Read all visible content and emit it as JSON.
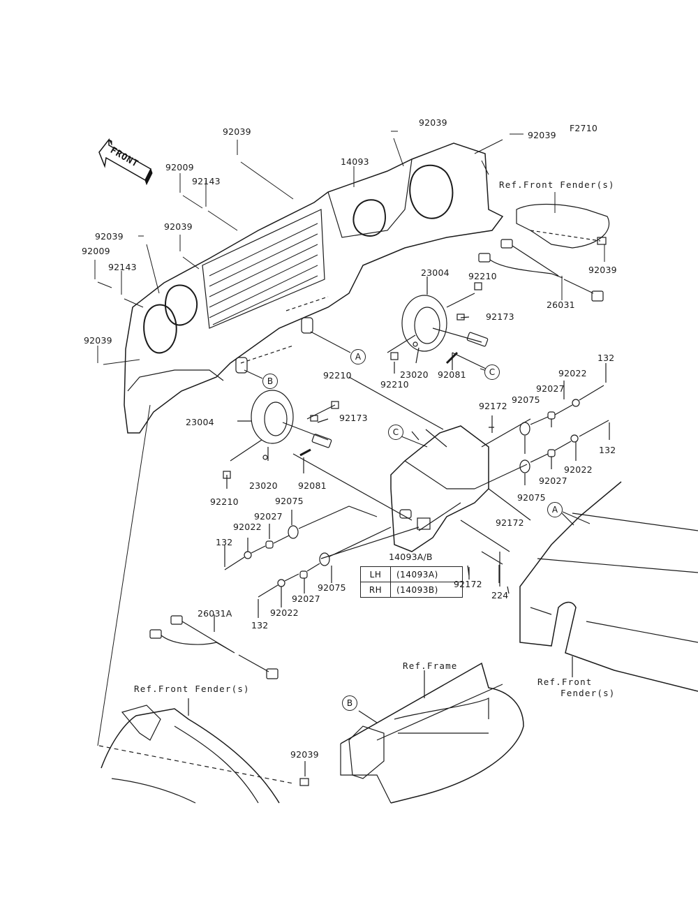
{
  "diagram": {
    "code": "F2710",
    "front_arrow": "FRONT",
    "parts": [
      {
        "id": "p01",
        "number": "92039"
      },
      {
        "id": "p02",
        "number": "92039"
      },
      {
        "id": "p03",
        "number": "92039"
      },
      {
        "id": "p04",
        "number": "14093"
      },
      {
        "id": "p05",
        "number": "92009"
      },
      {
        "id": "p06",
        "number": "92143"
      },
      {
        "id": "p07",
        "number": "92039"
      },
      {
        "id": "p08",
        "number": "92039"
      },
      {
        "id": "p09",
        "number": "92009"
      },
      {
        "id": "p10",
        "number": "92143"
      },
      {
        "id": "p11",
        "number": "92039"
      },
      {
        "id": "p12",
        "number": "92039"
      },
      {
        "id": "p13",
        "number": "23004"
      },
      {
        "id": "p14",
        "number": "92210"
      },
      {
        "id": "p15",
        "number": "92173"
      },
      {
        "id": "p16",
        "number": "26031"
      },
      {
        "id": "p17",
        "number": "92210"
      },
      {
        "id": "p18",
        "number": "23020"
      },
      {
        "id": "p19",
        "number": "92081"
      },
      {
        "id": "p20",
        "number": "92210"
      },
      {
        "id": "p21",
        "number": "132"
      },
      {
        "id": "p22",
        "number": "92022"
      },
      {
        "id": "p23",
        "number": "92027"
      },
      {
        "id": "p24",
        "number": "92075"
      },
      {
        "id": "p25",
        "number": "92172"
      },
      {
        "id": "p26",
        "number": "132"
      },
      {
        "id": "p27",
        "number": "92022"
      },
      {
        "id": "p28",
        "number": "92027"
      },
      {
        "id": "p29",
        "number": "92075"
      },
      {
        "id": "p30",
        "number": "23004"
      },
      {
        "id": "p31",
        "number": "92173"
      },
      {
        "id": "p32",
        "number": "92210"
      },
      {
        "id": "p33",
        "number": "23020"
      },
      {
        "id": "p34",
        "number": "92081"
      },
      {
        "id": "p35",
        "number": "92075"
      },
      {
        "id": "p36",
        "number": "92027"
      },
      {
        "id": "p37",
        "number": "92022"
      },
      {
        "id": "p38",
        "number": "132"
      },
      {
        "id": "p39",
        "number": "14093A/B"
      },
      {
        "id": "p40",
        "number": "92172"
      },
      {
        "id": "p41",
        "number": "92172"
      },
      {
        "id": "p42",
        "number": "224"
      },
      {
        "id": "p43",
        "number": "92075"
      },
      {
        "id": "p44",
        "number": "92027"
      },
      {
        "id": "p45",
        "number": "92022"
      },
      {
        "id": "p46",
        "number": "132"
      },
      {
        "id": "p47",
        "number": "26031A"
      },
      {
        "id": "p48",
        "number": "92039"
      }
    ],
    "references": {
      "front_fender_top": "Ref.Front Fender(s)",
      "front_fender_right_1": "Ref.Front",
      "front_fender_right_2": "Fender(s)",
      "frame": "Ref.Frame",
      "front_fender_bottom": "Ref.Front Fender(s)"
    },
    "callouts": {
      "a1": "A",
      "b1": "B",
      "c1": "C",
      "c2": "C",
      "a2": "A",
      "b2": "B"
    },
    "side_table": {
      "rows": [
        {
          "side": "LH",
          "part": "(14093A)"
        },
        {
          "side": "RH",
          "part": "(14093B)"
        }
      ]
    }
  }
}
